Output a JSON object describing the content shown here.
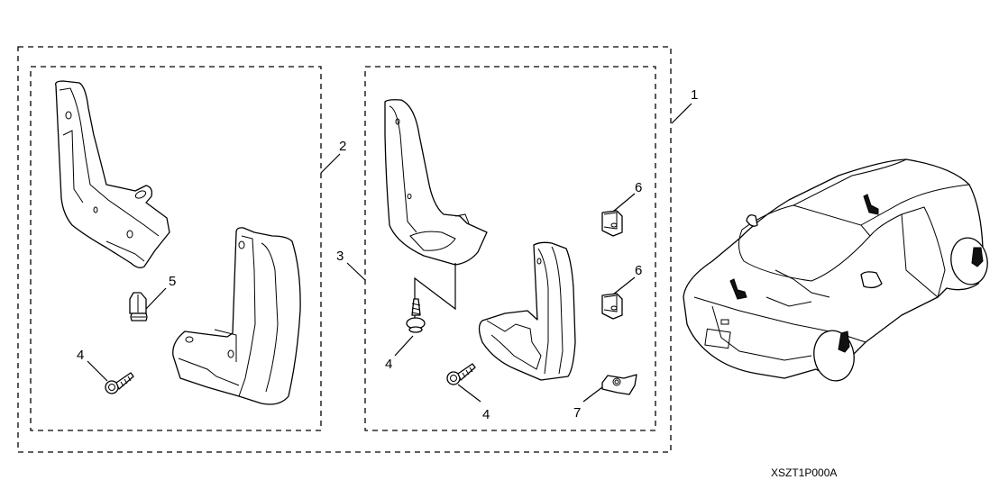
{
  "diagram": {
    "title": "Mud guard kit parts diagram",
    "drawing_code": "XSZT1P000A",
    "groups": [
      {
        "id": "kit",
        "callout": "1",
        "description": "Complete mud guard kit (outer dashed boundary)"
      },
      {
        "id": "rear-set",
        "callout": "2",
        "description": "Rear mud guard set (left dashed box)"
      },
      {
        "id": "front-set",
        "callout": "3",
        "description": "Front mud guard set (right dashed box)"
      }
    ],
    "callouts": [
      {
        "label": "1",
        "part": "mud-guard-kit"
      },
      {
        "label": "2",
        "part": "rear-mud-guard-set"
      },
      {
        "label": "3",
        "part": "front-mud-guard-set"
      },
      {
        "label": "4",
        "part": "tapping-screw"
      },
      {
        "label": "5",
        "part": "clip"
      },
      {
        "label": "4",
        "part": "tapping-screw"
      },
      {
        "label": "4",
        "part": "tapping-screw"
      },
      {
        "label": "6",
        "part": "clip-nut"
      },
      {
        "label": "6",
        "part": "clip-nut"
      },
      {
        "label": "7",
        "part": "u-nut"
      }
    ],
    "vehicle": {
      "description": "Vehicle installation overview with mud guard locations highlighted"
    }
  }
}
